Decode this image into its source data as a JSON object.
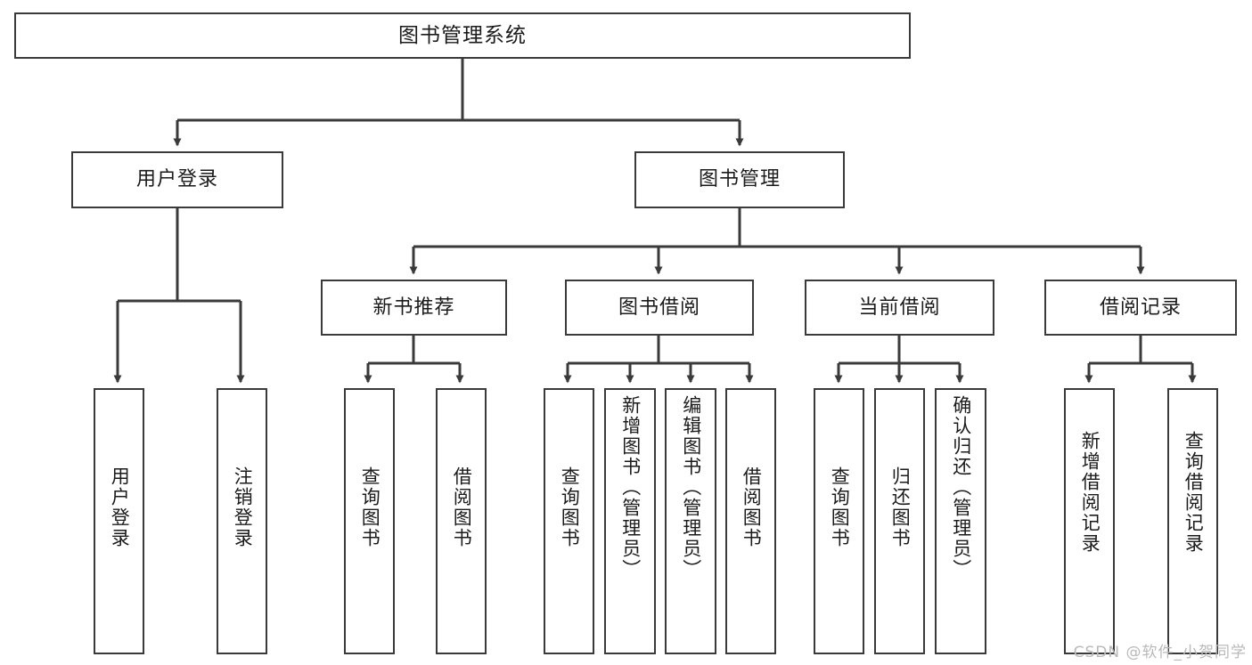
{
  "diagram": {
    "title": "图书管理系统",
    "watermark": "CSDN @软件_小贺同学",
    "edge_color": "#3a3a3a",
    "node_border_color": "#3a3a3a",
    "node_fill_color": "#ffffff",
    "background_color": "#ffffff",
    "watermark_color": "#b9b9b9"
  },
  "nodes": {
    "root": {
      "label": "图书管理系统"
    },
    "level1": [
      {
        "id": "user-login",
        "label": "用户登录"
      },
      {
        "id": "book-manage",
        "label": "图书管理"
      }
    ],
    "level2": [
      {
        "id": "new-book-rec",
        "label": "新书推荐"
      },
      {
        "id": "book-borrow",
        "label": "图书借阅"
      },
      {
        "id": "current-borrow",
        "label": "当前借阅"
      },
      {
        "id": "borrow-record",
        "label": "借阅记录"
      }
    ],
    "leaves": {
      "user_login": [
        {
          "id": "leaf-user-login",
          "label": "用户登录"
        },
        {
          "id": "leaf-logout",
          "label": "注销登录"
        }
      ],
      "new_book_rec": [
        {
          "id": "leaf-query-book-1",
          "label": "查询图书"
        },
        {
          "id": "leaf-borrow-book-1",
          "label": "借阅图书"
        }
      ],
      "book_borrow": [
        {
          "id": "leaf-query-book-2",
          "label": "查询图书"
        },
        {
          "id": "leaf-add-book",
          "label": "新增图书（管理员）"
        },
        {
          "id": "leaf-edit-book",
          "label": "编辑图书（管理员）"
        },
        {
          "id": "leaf-borrow-book-2",
          "label": "借阅图书"
        }
      ],
      "current_borrow": [
        {
          "id": "leaf-query-book-3",
          "label": "查询图书"
        },
        {
          "id": "leaf-return-book",
          "label": "归还图书"
        },
        {
          "id": "leaf-confirm-return",
          "label": "确认归还（管理员）"
        }
      ],
      "borrow_record": [
        {
          "id": "leaf-add-record",
          "label": "新增借阅记录"
        },
        {
          "id": "leaf-query-record",
          "label": "查询借阅记录"
        }
      ]
    }
  }
}
